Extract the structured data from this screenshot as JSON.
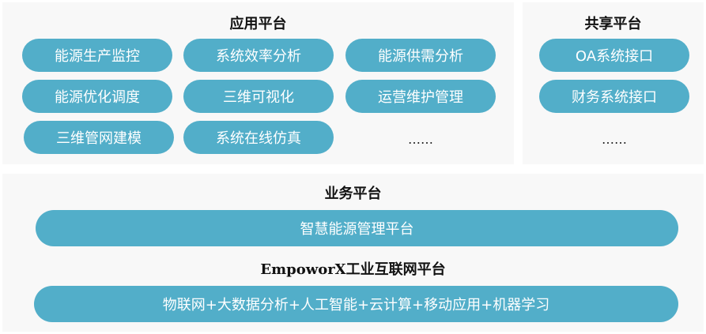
{
  "app_platform": {
    "title": "应用平台",
    "items": [
      "能源生产监控",
      "系统效率分析",
      "能源供需分析",
      "能源优化调度",
      "三维可视化",
      "运营维护管理",
      "三维管网建模",
      "系统在线仿真"
    ],
    "more": "……"
  },
  "shared_platform": {
    "title": "共享平台",
    "items": [
      "OA系统接口",
      "财务系统接口"
    ],
    "more": "……"
  },
  "business_platform": {
    "title": "业务平台",
    "main": "智慧能源管理平台",
    "iiot_title": "EmpoworX工业互联网平台",
    "tech": "物联网+大数据分析+人工智能+云计算+移动应用+机器学习"
  },
  "colors": {
    "pill": "#52aec9",
    "panel": "#f8f8f8"
  }
}
